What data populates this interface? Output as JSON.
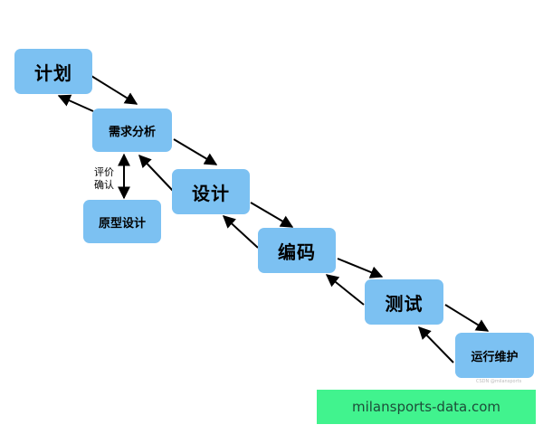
{
  "diagram": {
    "nodes": {
      "plan": "计划",
      "requirements": "需求分析",
      "prototype": "原型设计",
      "design": "设计",
      "coding": "编码",
      "testing": "测试",
      "maintenance": "运行维护"
    },
    "review_label_line1": "评价",
    "review_label_line2": "确认",
    "colors": {
      "box_fill": "#7cc1f2",
      "arrow": "#000000"
    }
  },
  "watermark": {
    "text": "CSDN @milansports"
  },
  "site_banner": {
    "text": "milansports-data.com",
    "background": "#41f38e"
  }
}
